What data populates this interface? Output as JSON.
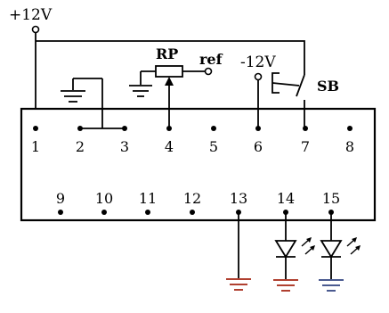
{
  "supply_pos_label": "+12V",
  "supply_neg_label": "-12V",
  "pot_label": "RP",
  "ref_label": "ref",
  "switch_label": "SB",
  "pins_top": [
    "1",
    "2",
    "3",
    "4",
    "5",
    "6",
    "7",
    "8"
  ],
  "pins_bottom": [
    "9",
    "10",
    "11",
    "12",
    "13",
    "14",
    "15"
  ],
  "colors": {
    "line": "#000000",
    "ground_13": "#b04030",
    "ground_14": "#b04030",
    "ground_15": "#4a5a90"
  }
}
